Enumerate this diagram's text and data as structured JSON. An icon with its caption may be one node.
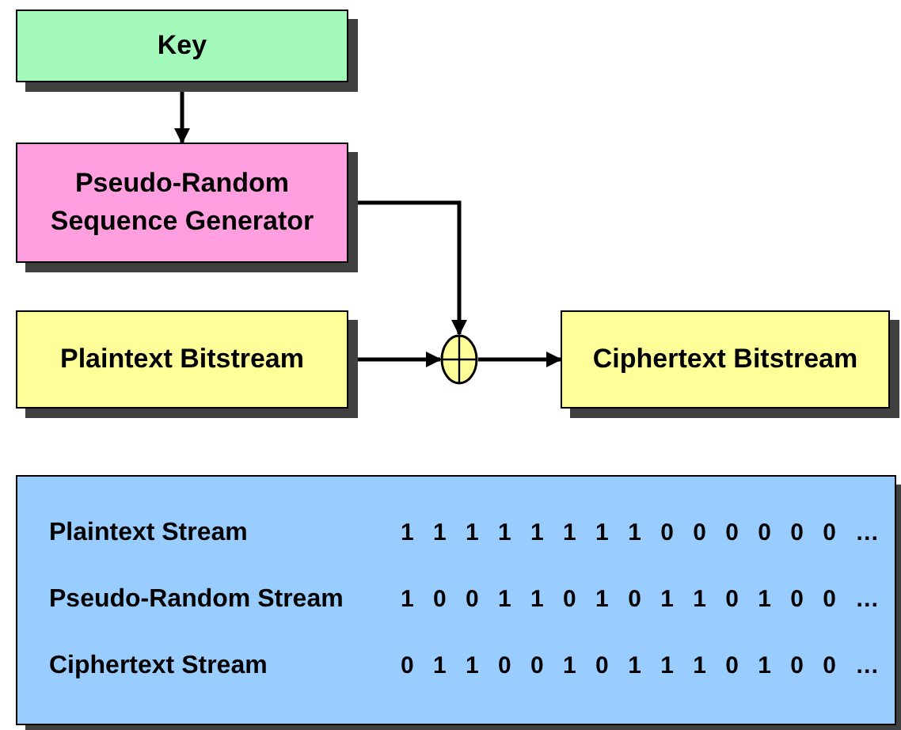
{
  "diagram": {
    "nodes": [
      {
        "text": [
          "Key"
        ]
      },
      {
        "text": [
          "Pseudo-Random Sequence Generator"
        ]
      },
      {
        "text": [
          "Plaintext Bitstream"
        ]
      },
      {
        "text": [],
        "shape": "circle"
      },
      {
        "text": [
          "Ciphertext Bitstream"
        ]
      },
      {
        "text": [
          "Plaintext Stream",
          "1 1 1 1 1 1 1 1 0 0 0 0 0 0 …",
          "Pseudo-Random Stream",
          "1 0 0 1 1 0 1 0 1 1 0 1 0 0 …",
          "Ciphertext Stream",
          "0 1 1 0 0 1 0 1 1 1 0 1 0 0 …"
        ]
      }
    ],
    "edges": [
      {
        "from": 0,
        "to": 1,
        "arrow": "to"
      },
      {
        "from": 1,
        "to": 3,
        "arrow": "to"
      },
      {
        "from": 2,
        "to": 3,
        "arrow": "to"
      },
      {
        "from": 3,
        "to": 4,
        "arrow": "to"
      }
    ]
  }
}
